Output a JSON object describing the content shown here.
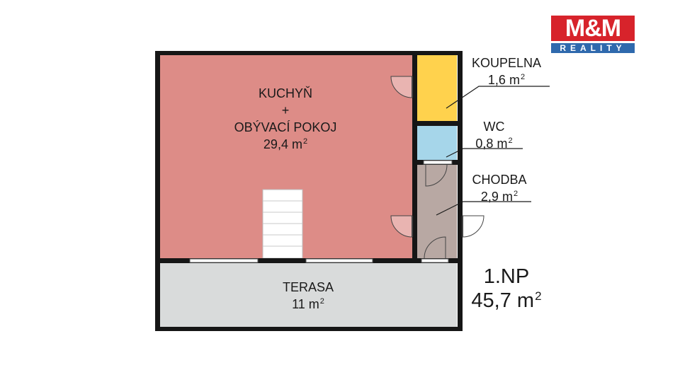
{
  "brand": {
    "logo_text": "M&M",
    "logo_sub": "REALITY",
    "primary_color": "#d7232b",
    "secondary_color": "#2f69ad"
  },
  "rooms": {
    "kitchen": {
      "name_line1": "KUCHYŇ",
      "name_line2": "+",
      "name_line3": "OBÝVACÍ POKOJ",
      "area": "29,4 m",
      "color": "#dd8c87"
    },
    "bathroom": {
      "name": "KOUPELNA",
      "area": "1,6 m",
      "color": "#ffd24d"
    },
    "wc": {
      "name": "WC",
      "area": "0,8 m",
      "color": "#a6d6ea"
    },
    "hallway": {
      "name": "CHODBA",
      "area": "2,9 m",
      "color": "#b8a8a3"
    },
    "terrace": {
      "name": "TERASA",
      "area": "11 m",
      "color": "#d9dbdb"
    }
  },
  "floor": {
    "name": "1.NP",
    "total_area": "45,7 m"
  },
  "unit_exponent": "2"
}
